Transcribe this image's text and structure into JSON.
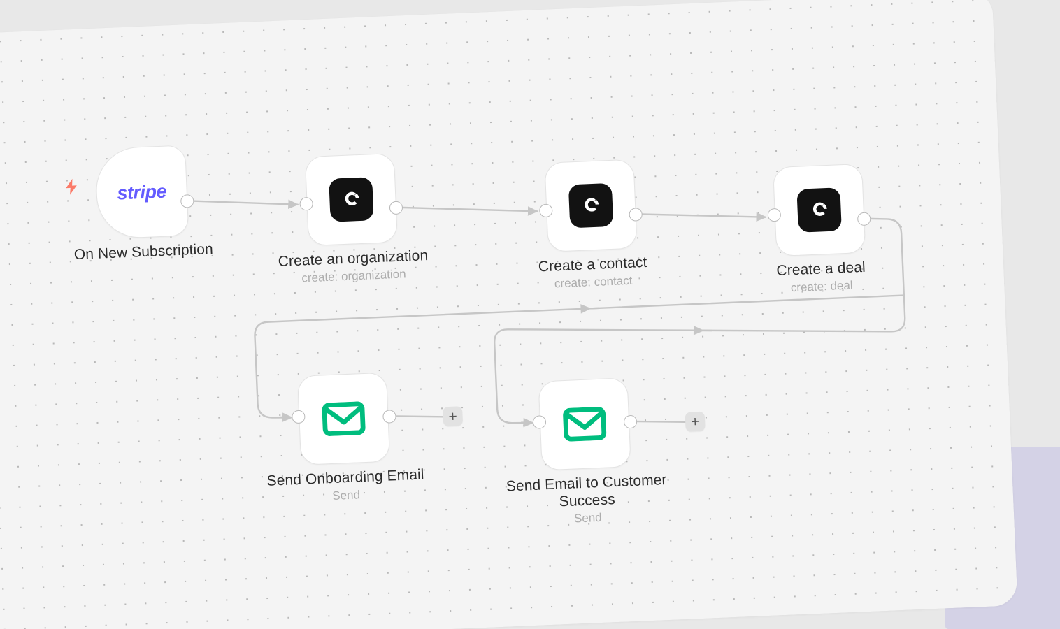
{
  "canvas": {
    "background_color": "#f4f4f4",
    "page_background_color": "#e8e8e8",
    "accent_block_color": "#d4d2e6",
    "dot_color": "#b8b8b8",
    "edge_color": "#c6c6c6"
  },
  "trigger": {
    "icon": "stripe-logo",
    "logo_text": "stripe",
    "logo_color": "#635bff",
    "bolt_icon": "lightning-bolt-icon",
    "bolt_color": "#fb7a68",
    "label": "On New Subscription"
  },
  "nodes": [
    {
      "id": "create-organization",
      "icon": "copper-icon",
      "icon_color": "#121212",
      "label": "Create an organization",
      "sublabel": "create: organization"
    },
    {
      "id": "create-contact",
      "icon": "copper-icon",
      "icon_color": "#121212",
      "label": "Create a contact",
      "sublabel": "create: contact"
    },
    {
      "id": "create-deal",
      "icon": "copper-icon",
      "icon_color": "#121212",
      "label": "Create a deal",
      "sublabel": "create: deal"
    },
    {
      "id": "send-onboarding-email",
      "icon": "mail-icon",
      "icon_color": "#00bd7e",
      "label": "Send Onboarding Email",
      "sublabel": "Send"
    },
    {
      "id": "send-email-customer-success",
      "icon": "mail-icon",
      "icon_color": "#00bd7e",
      "label": "Send Email to Customer\nSuccess",
      "sublabel": "Send"
    }
  ],
  "add_buttons": [
    {
      "id": "add-after-onboarding-email",
      "label": "+"
    },
    {
      "id": "add-after-customer-success-email",
      "label": "+"
    }
  ]
}
